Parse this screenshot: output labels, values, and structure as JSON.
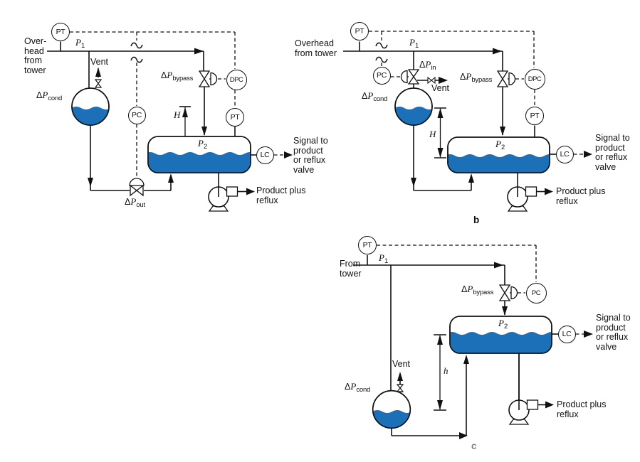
{
  "colors": {
    "liquid": "#1c70b8",
    "line": "#111111"
  },
  "diagram_a": {
    "source": [
      "Over-",
      "head",
      "from",
      "tower"
    ],
    "p1": {
      "base": "P",
      "sub": "1"
    },
    "p2": {
      "base": "P",
      "sub": "2"
    },
    "vent": "Vent",
    "dp_cond": {
      "delta": "Δ",
      "base": "P",
      "sub": "cond"
    },
    "dp_bypass": {
      "delta": "Δ",
      "base": "P",
      "sub": "bypass"
    },
    "dp_out": {
      "delta": "Δ",
      "base": "P",
      "sub": "out"
    },
    "height_label": "H",
    "instruments": {
      "pt_main": "PT",
      "pc": "PC",
      "dpc": "DPC",
      "pt_drum": "PT",
      "lc": "LC"
    },
    "signal": [
      "Signal to",
      "product",
      "or reflux",
      "valve"
    ],
    "product": [
      "Product plus",
      "reflux"
    ]
  },
  "diagram_b": {
    "source": [
      "Overhead",
      "from tower"
    ],
    "p1": {
      "base": "P",
      "sub": "1"
    },
    "p2": {
      "base": "P",
      "sub": "2"
    },
    "vent": "Vent",
    "dp_cond": {
      "delta": "Δ",
      "base": "P",
      "sub": "cond"
    },
    "dp_in": {
      "delta": "Δ",
      "base": "P",
      "sub": "in"
    },
    "dp_bypass": {
      "delta": "Δ",
      "base": "P",
      "sub": "bypass"
    },
    "height_label": "H",
    "instruments": {
      "pt_main": "PT",
      "pc": "PC",
      "dpc": "DPC",
      "pt_drum": "PT",
      "lc": "LC"
    },
    "signal": [
      "Signal to",
      "product",
      "or reflux",
      "valve"
    ],
    "product": [
      "Product plus",
      "reflux"
    ],
    "caption": "b"
  },
  "diagram_c": {
    "source": [
      "From",
      "tower"
    ],
    "p1": {
      "base": "P",
      "sub": "1"
    },
    "p2": {
      "base": "P",
      "sub": "2"
    },
    "vent": "Vent",
    "dp_cond": {
      "delta": "Δ",
      "base": "P",
      "sub": "cond"
    },
    "dp_bypass": {
      "delta": "Δ",
      "base": "P",
      "sub": "bypass"
    },
    "height_label": "h",
    "instruments": {
      "pt_main": "PT",
      "pc": "PC",
      "lc": "LC"
    },
    "signal": [
      "Signal to",
      "product",
      "or reflux",
      "valve"
    ],
    "product": [
      "Product plus",
      "reflux"
    ],
    "caption": "c"
  }
}
